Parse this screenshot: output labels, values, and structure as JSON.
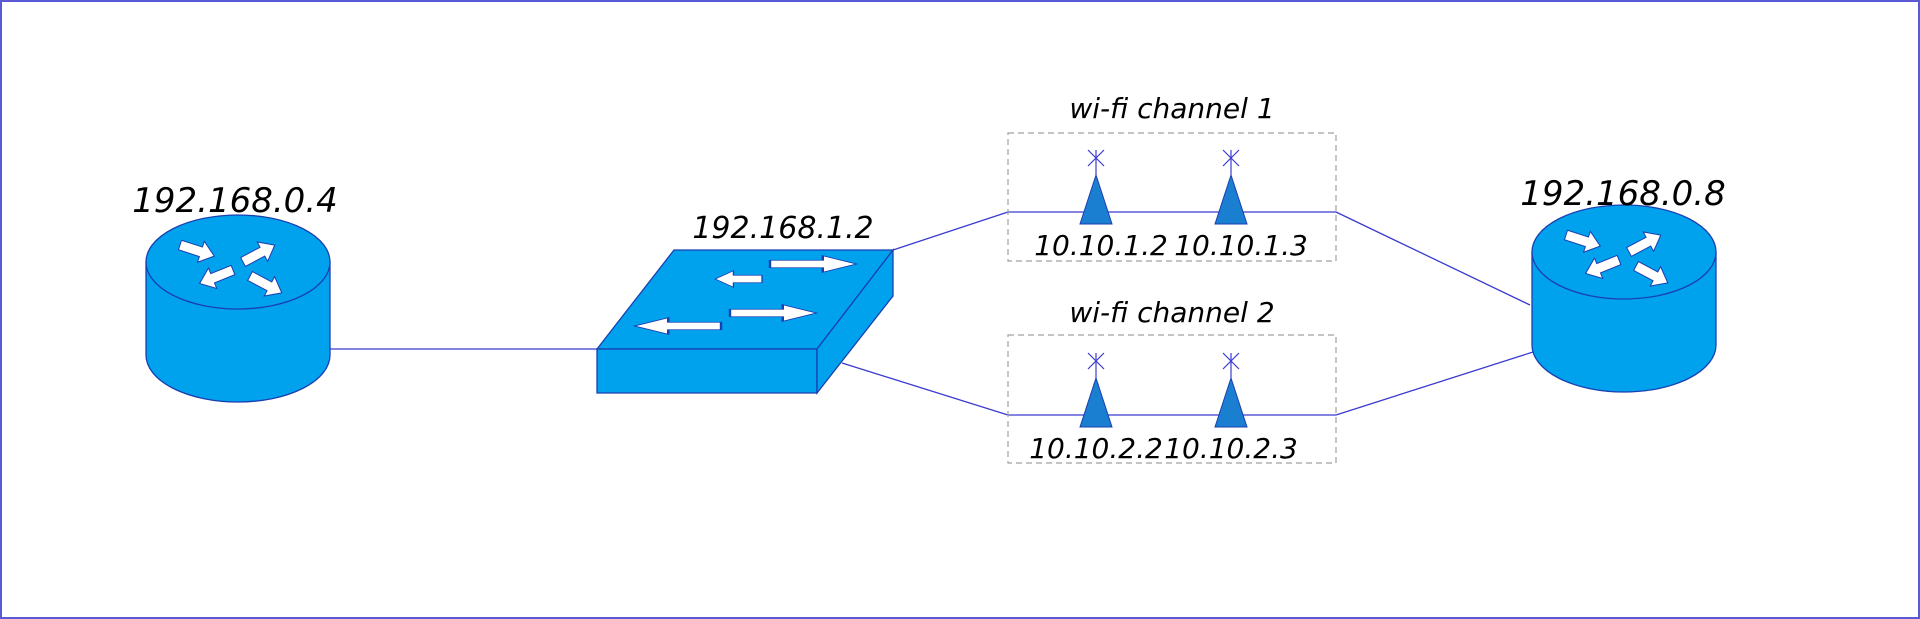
{
  "colors": {
    "frame": "#5a5ad6",
    "link": "#3b3bd0",
    "device_fill": "#00a2ee",
    "device_stroke": "#1a3fb0",
    "antenna_fill": "#1a7fd0",
    "box_stroke": "#a0a0a0",
    "text": "#000000"
  },
  "devices": {
    "router_left": {
      "label": "192.168.0.4",
      "icon": "router-icon"
    },
    "switch": {
      "label": "192.168.1.2",
      "icon": "switch-icon"
    },
    "router_right": {
      "label": "192.168.0.8",
      "icon": "router-icon"
    }
  },
  "channels": [
    {
      "label": "wi-fi channel 1",
      "antennas": [
        {
          "label": "10.10.1.2"
        },
        {
          "label": "10.10.1.3"
        }
      ]
    },
    {
      "label": "wi-fi channel 2",
      "antennas": [
        {
          "label": "10.10.2.2"
        },
        {
          "label": "10.10.2.3"
        }
      ]
    }
  ]
}
